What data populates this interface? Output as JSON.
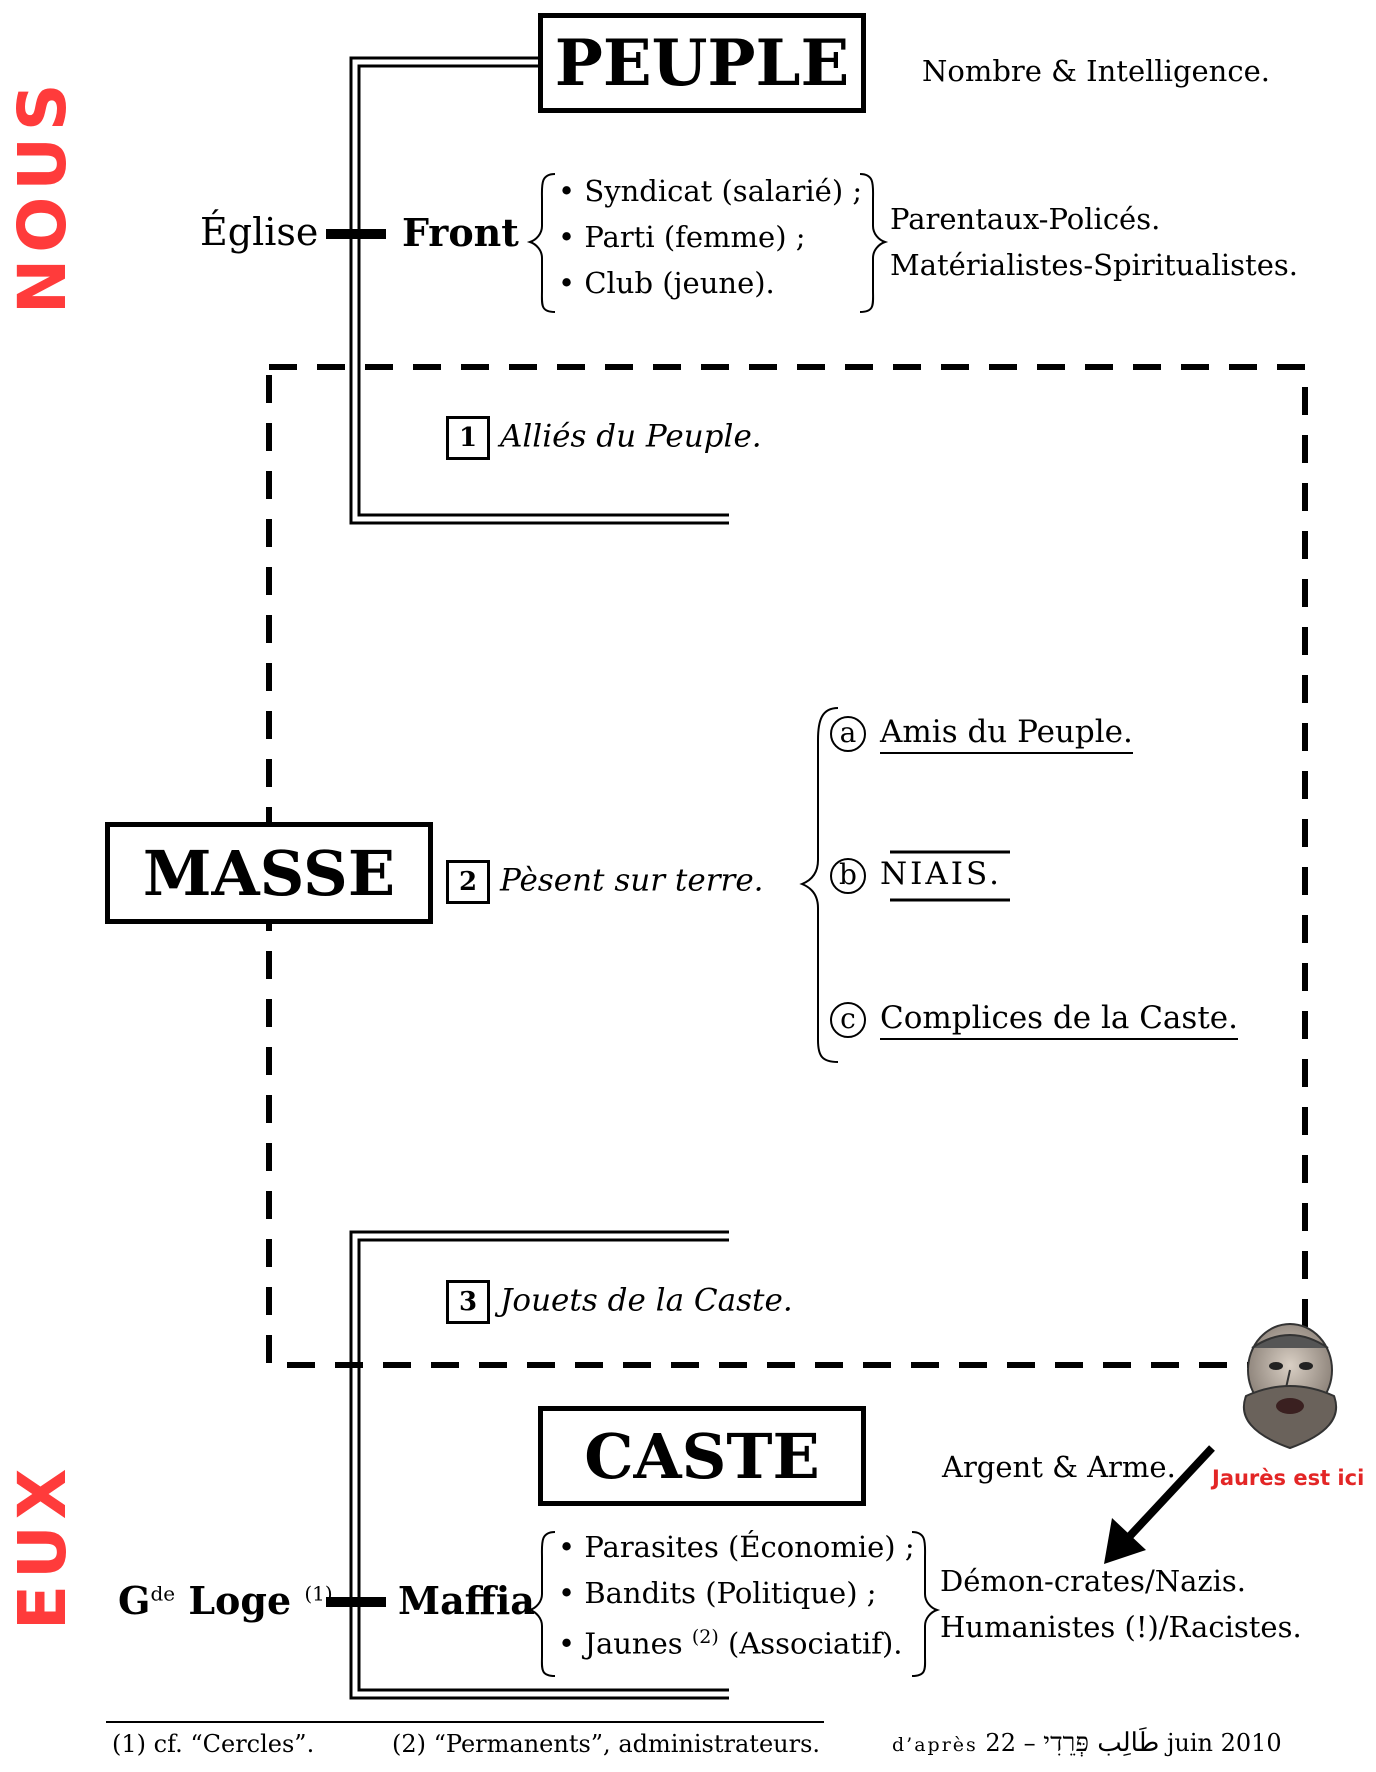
{
  "side_labels": {
    "top": "NOUS",
    "bottom": "EUX"
  },
  "peuple": {
    "title": "PEUPLE",
    "attribute": "Nombre & Intelligence.",
    "eglise": "Église",
    "front": "Front",
    "groups": [
      "• Syndicat (salarié) ;",
      "• Parti (femme) ;",
      "• Club (jeune)."
    ],
    "traits": [
      "Parentaux-Policés.",
      "Matérialistes-Spiritualistes."
    ]
  },
  "masse": {
    "title": "MASSE",
    "items": [
      {
        "num": "1",
        "text": "Alliés du Peuple."
      },
      {
        "num": "2",
        "text": "Pèsent sur terre."
      },
      {
        "num": "3",
        "text": "Jouets de la Caste."
      }
    ],
    "sub_items": [
      {
        "letter": "a",
        "text": "Amis du Peuple."
      },
      {
        "letter": "b",
        "text": "NIAIS."
      },
      {
        "letter": "c",
        "text": "Complices de la Caste."
      }
    ]
  },
  "caste": {
    "title": "CASTE",
    "attribute": "Argent & Arme.",
    "loge_prefix": "G",
    "loge_sup": "de",
    "loge_main": "Loge",
    "loge_note": "(1)",
    "maffia": "Maffia",
    "groups": [
      "• Parasites (Économie) ;",
      "• Bandits (Politique) ;",
      "• Jaunes"
    ],
    "groups_note": "(2)",
    "groups_tail": "(Associatif).",
    "traits": [
      "Démon-crates/Nazis.",
      "Humanistes (!)/Racistes."
    ]
  },
  "portrait": {
    "label": "Jaurès est ici"
  },
  "footer": {
    "note1": "(1) cf. “Cercles”.",
    "note2": "(2) “Permanents”, administrateurs.",
    "credit_prefix": "d’après",
    "credit_name": "طَالِب פְּרֵדִי",
    "credit_date": "– 22 juin 2010"
  }
}
